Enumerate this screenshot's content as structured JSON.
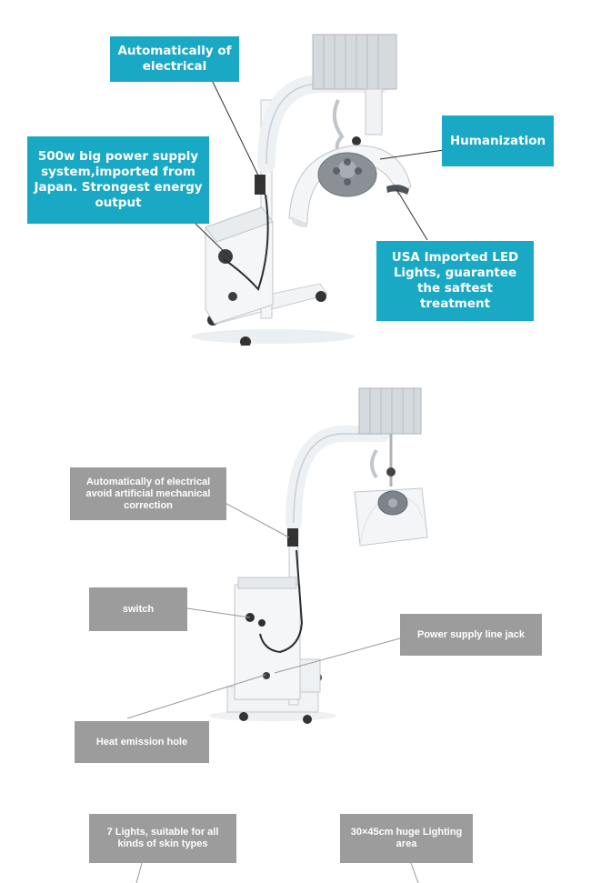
{
  "panel1": {
    "labels": {
      "auto_electrical": "Automatically of electrical",
      "power_supply": "500w big power supply system,imported from Japan. Strongest energy output",
      "humanization": "Humanization",
      "led_lights": "USA  Imported LED Lights, guarantee the saftest treatment"
    },
    "label_color": "#19a9c4"
  },
  "panel2": {
    "labels": {
      "auto_electrical": "Automatically of electrical avoid artificial mechanical correction",
      "switch": "switch",
      "power_jack": "Power supply line jack",
      "heat_hole": "Heat  emission hole"
    },
    "label_color": "#9c9c9c"
  },
  "panel3": {
    "labels": {
      "seven_lights": "7 Lights, suitable for all kinds of skin types",
      "lighting_area": "30×45cm huge Lighting area"
    }
  }
}
